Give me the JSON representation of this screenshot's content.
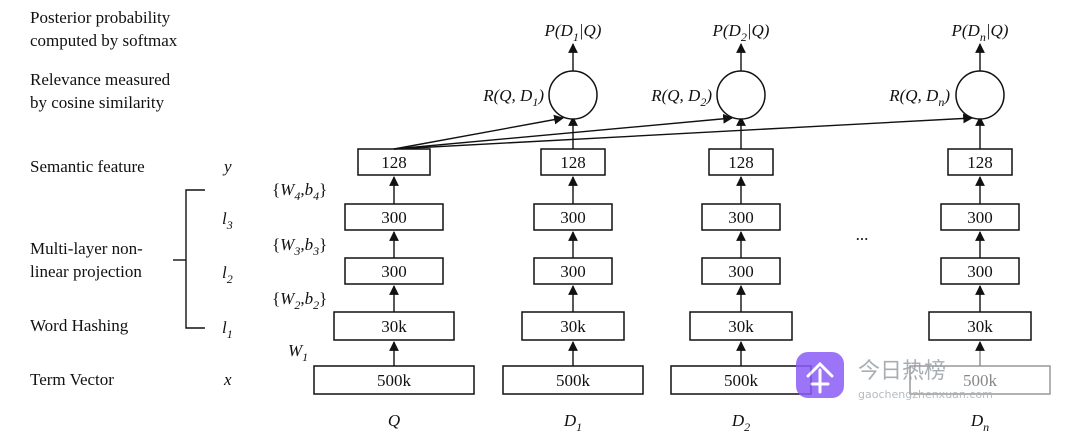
{
  "left_labels": {
    "posterior_1": "Posterior probability",
    "posterior_2": "computed by softmax",
    "relevance_1": "Relevance measured",
    "relevance_2": "by cosine similarity",
    "semantic": "Semantic feature",
    "multilayer_1": "Multi-layer non-",
    "multilayer_2": "linear projection",
    "word_hashing": "Word Hashing",
    "term_vector": "Term Vector"
  },
  "layer_symbols": {
    "y": "y",
    "l3": "l",
    "l3_sub": "3",
    "l2": "l",
    "l2_sub": "2",
    "l1": "l",
    "l1_sub": "1",
    "x": "x",
    "w1": "W",
    "w1_sub": "1"
  },
  "weights": [
    {
      "w_sub": "4",
      "b_sub": "4"
    },
    {
      "w_sub": "3",
      "b_sub": "3"
    },
    {
      "w_sub": "2",
      "b_sub": "2"
    }
  ],
  "layer_sizes": {
    "semantic": "128",
    "l3": "300",
    "l2": "300",
    "l1": "30k",
    "input": "500k"
  },
  "columns": [
    {
      "label": "Q",
      "sub": ""
    },
    {
      "label": "D",
      "sub": "1"
    },
    {
      "label": "D",
      "sub": "2"
    },
    {
      "label": "D",
      "sub": "n"
    }
  ],
  "doc_outputs": [
    {
      "posterior": "P(D",
      "posterior_sub": "1",
      "posterior_end": "|Q)",
      "relevance": "R(Q, D",
      "relevance_sub": "1",
      "relevance_end": ")"
    },
    {
      "posterior": "P(D",
      "posterior_sub": "2",
      "posterior_end": "|Q)",
      "relevance": "R(Q, D",
      "relevance_sub": "2",
      "relevance_end": ")"
    },
    {
      "posterior": "P(D",
      "posterior_sub": "n",
      "posterior_end": "|Q)",
      "relevance": "R(Q, D",
      "relevance_sub": "n",
      "relevance_end": ")"
    }
  ],
  "ellipsis": "...",
  "watermark": {
    "title": "今日热榜",
    "url": "gaochengzhenxuan.com",
    "icon_color": "#8b5cf6"
  }
}
